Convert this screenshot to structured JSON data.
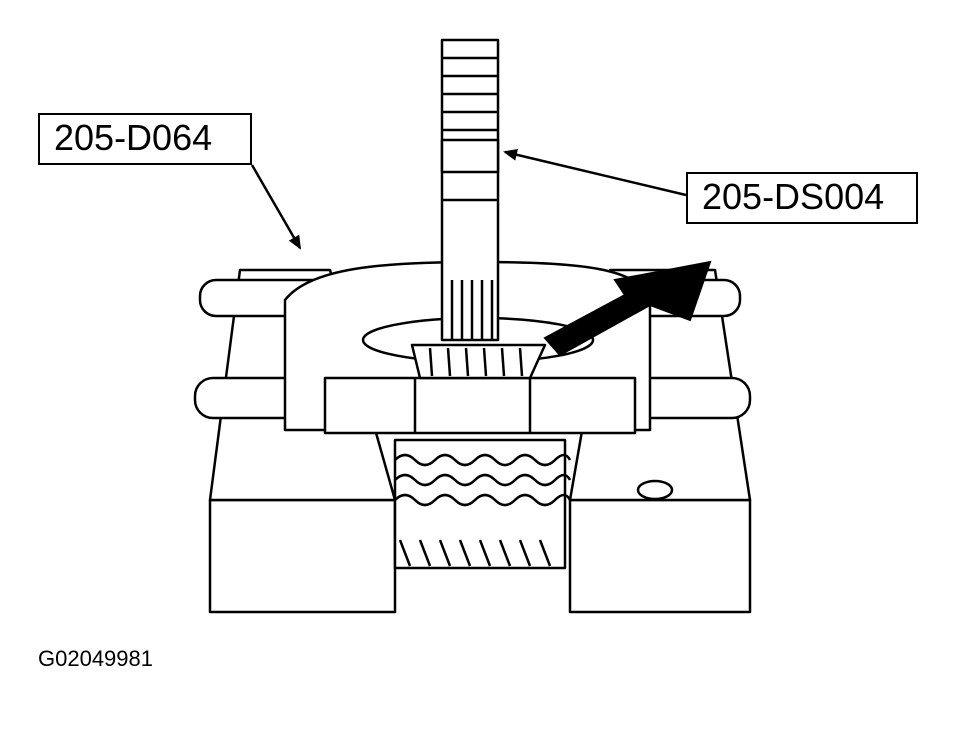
{
  "callouts": {
    "bearing_splitter": "205-D064",
    "installer": "205-DS004"
  },
  "figure_id": "G02049981",
  "colors": {
    "ink": "#000000",
    "paper": "#ffffff"
  }
}
